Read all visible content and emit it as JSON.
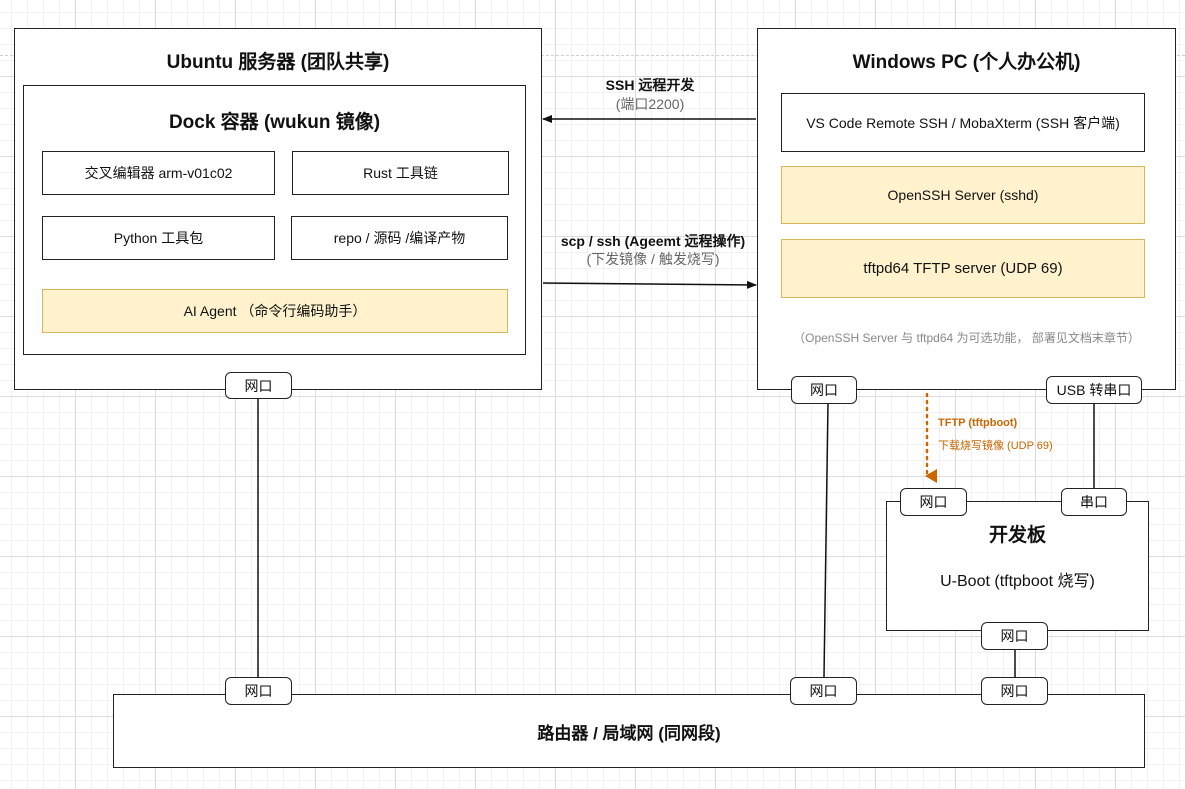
{
  "ubuntu": {
    "title": "Ubuntu 服务器 (团队共享)",
    "dock_title": "Dock 容器 (wukun 镜像)",
    "items": [
      "交叉编辑器 arm-v01c02",
      "Rust 工具链",
      "Python 工具包",
      "repo / 源码 /编译产物"
    ],
    "agent": "AI Agent （命令行编码助手）",
    "port": "网口"
  },
  "windows": {
    "title": "Windows PC (个人办公机)",
    "client": "VS Code Remote SSH / MobaXterm (SSH 客户端)",
    "sshd": "OpenSSH Server (sshd)",
    "tftp": "tftpd64 TFTP server (UDP 69)",
    "note": "（OpenSSH Server 与 tftpd64 为可选功能， 部署见文档末章节）",
    "port": "网口",
    "usb_port": "USB 转串口"
  },
  "arrows": {
    "ssh_title": "SSH 远程开发",
    "ssh_sub": "(端口2200)",
    "scp_title": "scp / ssh (Ageemt 远程操作)",
    "scp_sub": "(下发镜像 / 触发烧写)",
    "tftp_title": "TFTP (tftpboot)",
    "tftp_sub": "下载烧写镜像 (UDP 69)"
  },
  "board": {
    "title": "开发板",
    "uboot": "U-Boot (tftpboot 烧写)",
    "port_top": "网口",
    "serial": "串口",
    "port_bottom": "网口"
  },
  "router": {
    "title": "路由器 / 局域网 (同网段)",
    "port1": "网口",
    "port2": "网口",
    "port3": "网口"
  },
  "colors": {
    "tftp_accent": "#cc6600",
    "highlight_fill": "#fff2cc",
    "highlight_border": "#d6b656"
  }
}
